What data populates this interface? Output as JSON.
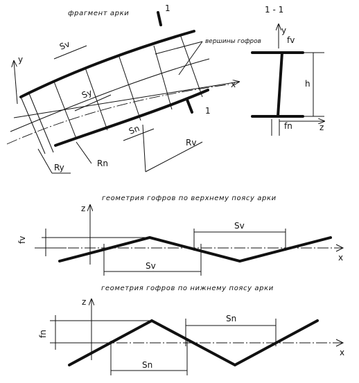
{
  "section1_title": "фрагмент арки",
  "corrugation_peaks_label": "вершины гофров",
  "cut_label_top": "1",
  "cut_label_bottom": "1",
  "section_title": "1 - 1",
  "upper_title": "геометрия гофров по верхнему поясу арки",
  "lower_title": "геометрия гофров по нижнему поясу арки",
  "labels": {
    "sv": "Sv",
    "sy": "Sy",
    "sn": "Sn",
    "rv": "Rv",
    "ry": "Ry",
    "rn": "Rn",
    "fv": "fv",
    "fn": "fn",
    "h": "h",
    "x": "x",
    "y": "y",
    "z": "z"
  }
}
